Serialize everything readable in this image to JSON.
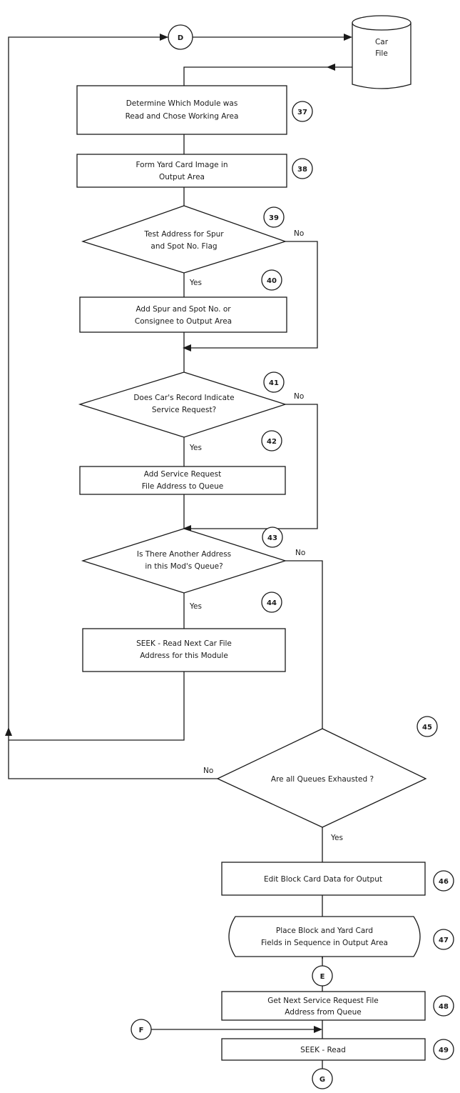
{
  "connectors": {
    "d": "D",
    "e": "E",
    "f": "F",
    "g": "G"
  },
  "car_file": {
    "line1": "Car",
    "line2": "File"
  },
  "steps": {
    "s37": {
      "num": "37",
      "line1": "Determine Which Module was",
      "line2": "Read and Chose Working Area"
    },
    "s38": {
      "num": "38",
      "line1": "Form Yard Card Image in",
      "line2": "Output Area"
    },
    "s39": {
      "num": "39",
      "line1": "Test Address for Spur",
      "line2": "and Spot No. Flag"
    },
    "s40": {
      "num": "40",
      "line1": "Add Spur and Spot No. or",
      "line2": "Consignee to Output Area"
    },
    "s41": {
      "num": "41",
      "line1": "Does Car's Record Indicate",
      "line2": "Service Request?"
    },
    "s42": {
      "num": "42",
      "line1": "Add Service Request",
      "line2": "File Address to Queue"
    },
    "s43": {
      "num": "43",
      "line1": "Is There Another Address",
      "line2": "in this Mod's Queue?"
    },
    "s44": {
      "num": "44",
      "line1": "SEEK - Read Next Car File",
      "line2": "Address for this Module"
    },
    "s45": {
      "num": "45",
      "line1": "Are all Queues Exhausted ?"
    },
    "s46": {
      "num": "46",
      "line1": "Edit Block Card Data for Output"
    },
    "s47": {
      "num": "47",
      "line1": "Place Block and Yard Card",
      "line2": "Fields in Sequence in Output Area"
    },
    "s48": {
      "num": "48",
      "line1": "Get Next Service Request File",
      "line2": "Address from Queue"
    },
    "s49": {
      "num": "49",
      "line1": "SEEK - Read"
    }
  },
  "branch_labels": {
    "yes": "Yes",
    "no": "No"
  }
}
